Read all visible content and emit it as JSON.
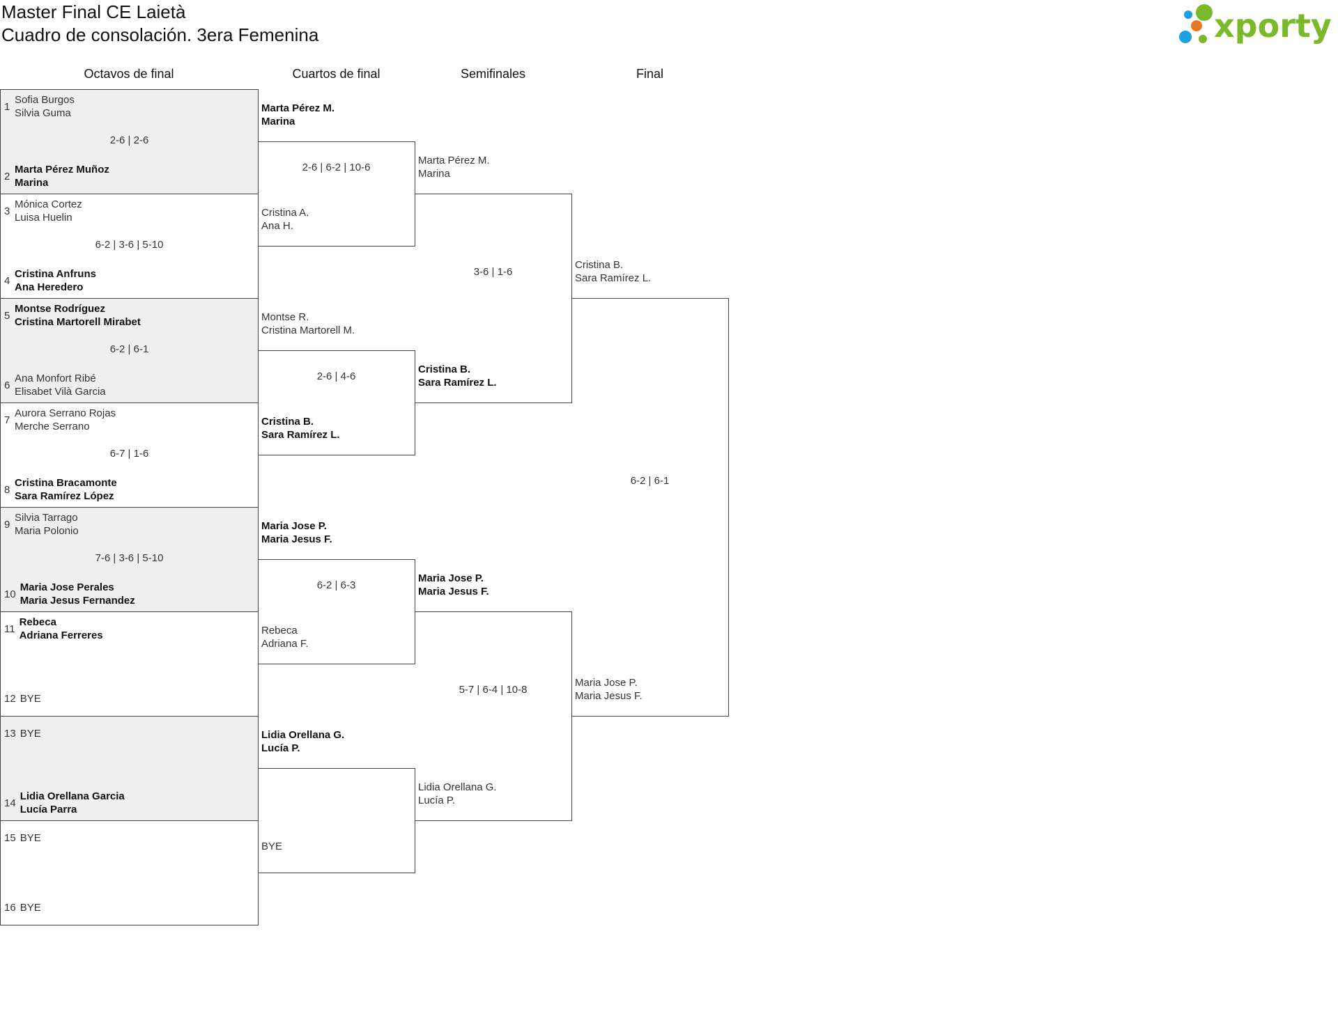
{
  "header": {
    "title": "Master Final CE Laietà",
    "subtitle": "Cuadro de consolación. 3era Femenina",
    "logo_text": "xporty"
  },
  "colors": {
    "logo_green": "#7ab929",
    "logo_blue": "#1ba1e2",
    "logo_orange": "#e87722",
    "shade": "#efefef",
    "border": "#444444"
  },
  "rounds": [
    "Octavos de final",
    "Cuartos de final",
    "Semifinales",
    "Final"
  ],
  "octavos": [
    {
      "score": "2-6 | 2-6",
      "teams": [
        {
          "seed": "1",
          "players": [
            "Sofia Burgos",
            "Silvia Guma"
          ],
          "winner": false
        },
        {
          "seed": "2",
          "players": [
            "Marta Pérez Muñoz",
            "Marina"
          ],
          "winner": true
        }
      ]
    },
    {
      "score": "6-2 | 3-6 | 5-10",
      "teams": [
        {
          "seed": "3",
          "players": [
            "Mónica Cortez",
            "Luisa Huelin"
          ],
          "winner": false
        },
        {
          "seed": "4",
          "players": [
            "Cristina Anfruns",
            "Ana Heredero"
          ],
          "winner": true
        }
      ]
    },
    {
      "score": "6-2 | 6-1",
      "teams": [
        {
          "seed": "5",
          "players": [
            "Montse Rodríguez",
            "Cristina Martorell Mirabet"
          ],
          "winner": true
        },
        {
          "seed": "6",
          "players": [
            "Ana Monfort Ribé",
            "Elisabet Vilà Garcia"
          ],
          "winner": false
        }
      ]
    },
    {
      "score": "6-7 | 1-6",
      "teams": [
        {
          "seed": "7",
          "players": [
            "Aurora Serrano Rojas",
            "Merche Serrano"
          ],
          "winner": false
        },
        {
          "seed": "8",
          "players": [
            "Cristina Bracamonte",
            "Sara Ramírez López"
          ],
          "winner": true
        }
      ]
    },
    {
      "score": "7-6 | 3-6 | 5-10",
      "teams": [
        {
          "seed": "9",
          "players": [
            "Silvia Tarrago",
            "Maria Polonio"
          ],
          "winner": false
        },
        {
          "seed": "10",
          "players": [
            "Maria Jose Perales",
            "Maria Jesus Fernandez"
          ],
          "winner": true
        }
      ]
    },
    {
      "score": "",
      "teams": [
        {
          "seed": "11",
          "players": [
            "Rebeca",
            "Adriana Ferreres"
          ],
          "winner": true
        },
        {
          "seed": "12",
          "players": [
            "BYE"
          ],
          "winner": false
        }
      ]
    },
    {
      "score": "",
      "teams": [
        {
          "seed": "13",
          "players": [
            "BYE"
          ],
          "winner": false
        },
        {
          "seed": "14",
          "players": [
            "Lidia Orellana Garcia",
            "Lucía Parra"
          ],
          "winner": true
        }
      ]
    },
    {
      "score": "",
      "teams": [
        {
          "seed": "15",
          "players": [
            "BYE"
          ],
          "winner": false
        },
        {
          "seed": "16",
          "players": [
            "BYE"
          ],
          "winner": false
        }
      ]
    }
  ],
  "cuartos": [
    {
      "score": "2-6 | 6-2 | 10-6",
      "teams": [
        {
          "players": [
            "Marta Pérez M.",
            "Marina"
          ],
          "winner": true
        },
        {
          "players": [
            "Cristina A.",
            "Ana H."
          ],
          "winner": false
        }
      ]
    },
    {
      "score": "2-6 | 4-6",
      "teams": [
        {
          "players": [
            "Montse R.",
            "Cristina Martorell M."
          ],
          "winner": false
        },
        {
          "players": [
            "Cristina B.",
            "Sara Ramírez L."
          ],
          "winner": true
        }
      ]
    },
    {
      "score": "6-2 | 6-3",
      "teams": [
        {
          "players": [
            "Maria Jose P.",
            "Maria Jesus F."
          ],
          "winner": true
        },
        {
          "players": [
            "Rebeca",
            "Adriana F."
          ],
          "winner": false
        }
      ]
    },
    {
      "score": "",
      "teams": [
        {
          "players": [
            "Lidia Orellana G.",
            "Lucía P."
          ],
          "winner": true
        },
        {
          "players": [
            "BYE"
          ],
          "winner": false
        }
      ]
    }
  ],
  "semifinales": [
    {
      "score": "3-6 | 1-6",
      "teams": [
        {
          "players": [
            "Marta Pérez M.",
            "Marina"
          ],
          "winner": false
        },
        {
          "players": [
            "Cristina B.",
            "Sara Ramírez L."
          ],
          "winner": true
        }
      ]
    },
    {
      "score": "5-7 | 6-4 | 10-8",
      "teams": [
        {
          "players": [
            "Maria Jose P.",
            "Maria Jesus F."
          ],
          "winner": true
        },
        {
          "players": [
            "Lidia Orellana G.",
            "Lucía P."
          ],
          "winner": false
        }
      ]
    }
  ],
  "final": [
    {
      "score": "6-2 | 6-1",
      "teams": [
        {
          "players": [
            "Cristina B.",
            "Sara Ramírez L."
          ],
          "winner": false
        },
        {
          "players": [
            "Maria Jose P.",
            "Maria Jesus F."
          ],
          "winner": false
        }
      ]
    }
  ]
}
